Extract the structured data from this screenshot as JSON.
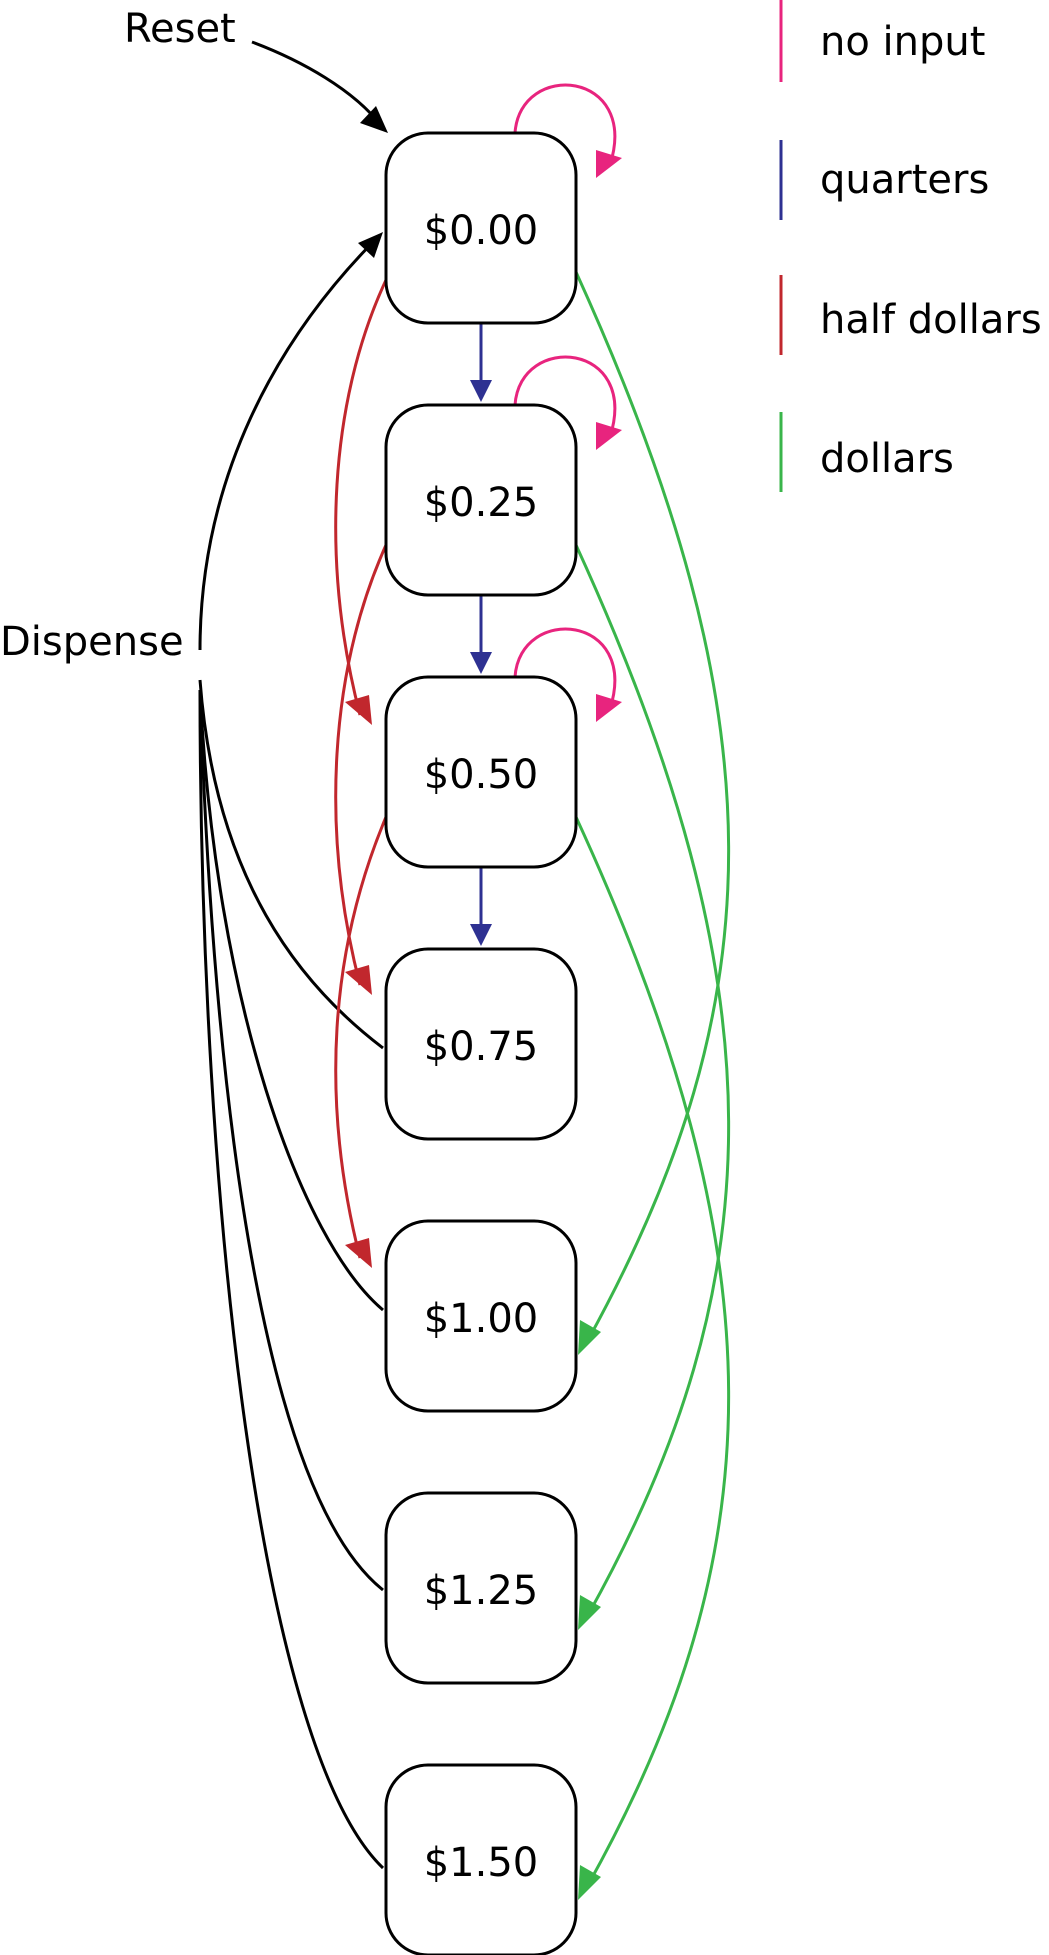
{
  "labels": {
    "reset": "Reset",
    "dispense": "Dispense"
  },
  "states": [
    "$0.00",
    "$0.25",
    "$0.50",
    "$0.75",
    "$1.00",
    "$1.25",
    "$1.50"
  ],
  "legend": [
    {
      "label": "no input",
      "color": "#e8247e"
    },
    {
      "label": "quarters",
      "color": "#2e3192"
    },
    {
      "label": "half dollars",
      "color": "#c1272d"
    },
    {
      "label": "dollars",
      "color": "#39b54a"
    }
  ],
  "colors": {
    "no_input": "#e8247e",
    "quarters": "#2e3192",
    "half_dollars": "#c1272d",
    "dollars": "#39b54a",
    "reset_dispense": "#000000"
  }
}
